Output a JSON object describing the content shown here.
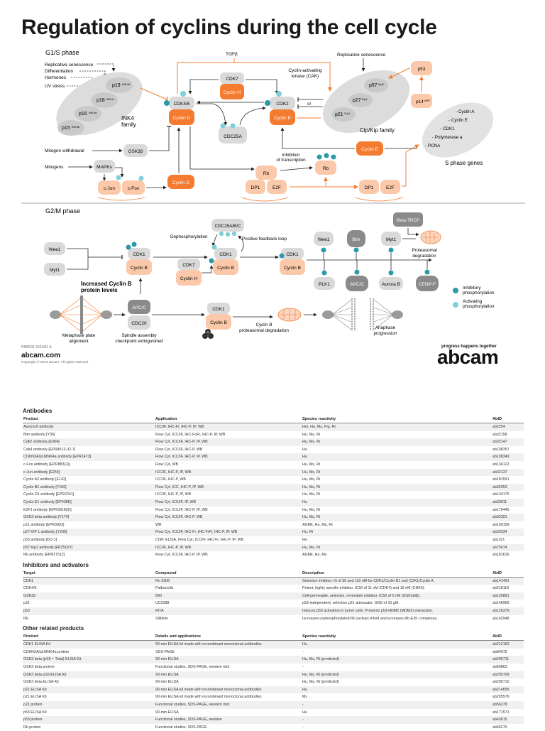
{
  "title": "Regulation of cyclins during the cell cycle",
  "g1s": {
    "section": "G1/S phase",
    "stimuli": [
      "Replicative senescence",
      "Differentiation",
      "Hormones",
      "UV stress"
    ],
    "ink4": [
      "p19",
      "p18",
      "p16",
      "p15"
    ],
    "ink4_sup": [
      "INK4d",
      "INK4c",
      "INK4a",
      "INK4b"
    ],
    "ink4_family": "INK4\nfamily",
    "tgfb": "TGFβ",
    "cdk7": "CDK7",
    "cyclin_h": "Cyclin H",
    "cak": "Cyclin-activating\nkinase (CAK)",
    "cdk46": "CDK4/6",
    "cyclin_d": "Cyclin D",
    "cdc25a": "CDC25A",
    "cdk2": "CDK2",
    "cyclin_e": "Cyclin E",
    "or": "or",
    "rep_sen2": "Replicative senescence",
    "cipkip": [
      "p57",
      "p27",
      "p21"
    ],
    "cipkip_sup": [
      "Kip2",
      "Kip1",
      "Cip1"
    ],
    "cipkip_family": "Cip/Kip family",
    "p53": "p53",
    "p14": "p14",
    "p14_sup": "ARF",
    "s_genes": [
      "- Cyclin A",
      "- Cyclin E",
      "- CDK1",
      "- Polymerase a",
      "- PCNA"
    ],
    "s_phase_genes": "S phase genes",
    "mitogen_withdrawal": "Mitogen withdrawal",
    "gsk3b": "GSK3β",
    "mitogens": "Mitogens",
    "mapks": "MAPKs",
    "cjun": "c-Jun",
    "cfos": "c-Fos",
    "cyclin_d2": "Cyclin D",
    "inhibition": "Inhibition\nof transcription",
    "rb": "Rb",
    "rb2": "Rb",
    "dp1": "DP1",
    "e2f": "E2F",
    "dp1b": "DP1",
    "e2fb": "E2F",
    "cyclin_e2": "Cyclin E"
  },
  "g2m": {
    "section": "G2/M phase",
    "wee1": "Wee1",
    "myt1": "Myt1",
    "cdk1": "CDK1",
    "cyclin_b": "Cyclin B",
    "cdk7": "CDK7",
    "cyclin_h": "Cyclin H",
    "dephos": "Dephosphorylation",
    "cdc25": "CDC25A/B/C",
    "pos_loop": "Positive feedback loop",
    "wee1b": "Wee1",
    "bim": "Bim",
    "myt1b": "Myt1",
    "btrcp": "Beta-TRCP",
    "proteasomal": "Proteasomal\ndegradation",
    "plk1": "PLK1",
    "apcc": "APC/C",
    "aurorab": "Aurora B",
    "cenpf": "CENP-F",
    "increased": "Increased Cyclin B\nprotein levels",
    "apcc2": "APC/C",
    "cdc20": "CDC20",
    "metaphase": "Metaphase plate\nalignment",
    "spindle": "Spindle assembly\ncheckpoint extinguished",
    "cyclinb_deg": "Cyclin B\nproteasomal degradation",
    "anaphase": "Anaphase\nprogression",
    "ub": "Ub"
  },
  "legend": {
    "inhib": "Inhibitory\nphosphorylation",
    "activ": "Activating\nphosphorylation",
    "inhib_color": "#2a9aa8",
    "activ_color": "#7fd0da"
  },
  "footer": {
    "code": "PM0004 2024/01 A",
    "brand": "abcam.com",
    "copyright": "Copyright © 2024 abcam. All rights reserved.",
    "tagline": "progress happens together",
    "logo": "abcam"
  },
  "colors": {
    "orange": "#f47b30",
    "peach": "#fbc9a9",
    "teal": "#2a9aa8",
    "gray": "#d9d9d9"
  },
  "antibodies": {
    "title": "Antibodies",
    "headers": [
      "Product",
      "Application",
      "Species reactivity",
      "AbID"
    ],
    "rows": [
      [
        "Aurora B antibody",
        "ICC/IF, IHC-Fr, IHC-P, IP, WB",
        "Hm, Hu, Ms, Pig, Rt",
        "ab2254"
      ],
      [
        "Bim antibody [Y36]",
        "Flow Cyt, ICC/IF, IHC-FoFr, IHC-P, IP, WB",
        "Hu, Ms, Rt",
        "ab32158"
      ],
      [
        "Cdk2 antibody [E304]",
        "Flow Cyt, ICC/IF, IHC-P, IP, WB",
        "Hu, Ms, Rt",
        "ab32147"
      ],
      [
        "Cdk4 antibody [EPR4513-32-7]",
        "Flow Cyt, ICC/IF, IHC-P, WB",
        "Hu",
        "ab108357"
      ],
      [
        "CDKN2A/p16INK4a antibody [EPR1473]",
        "Flow Cyt, ICC/IF, IHC-P, IP, WB",
        "Hu",
        "ab108349"
      ],
      [
        "c-Fos antibody [EPR883(2)]",
        "Flow Cyt, WB",
        "Hu, Ms, Rt",
        "ab134122"
      ],
      [
        "c-Jun antibody [E254]",
        "ICC/IF, IHC-P, IP, WB",
        "Hu, Ms, Rt",
        "ab32137"
      ],
      [
        "Cyclin A2 antibody [E142]",
        "ICC/IF, IHC-P, WB",
        "Hu, Ms, Rt",
        "ab181591"
      ],
      [
        "Cyclin B1 antibody [Y106]",
        "Flow Cyt, ICC, IHC-P, IP, WB",
        "Hu, Ms, Rt",
        "ab32053"
      ],
      [
        "Cyclin D1 antibody [EPR2241]",
        "ICC/IF, IHC-P, IP, WB",
        "Hu, Ms, Rt",
        "ab134175"
      ],
      [
        "Cyclin E1 antibody [EP435E]",
        "Flow Cyt, ICC/IF, IP, WB",
        "Hu",
        "ab33911"
      ],
      [
        "E2F1 antibody [EPR3818(3)]",
        "Flow Cyt, ICC/IF, IHC-P, IP, WB",
        "Hu, Ms, Rt",
        "ab179445"
      ],
      [
        "GSK3 beta antibody [Y174]",
        "Flow Cyt, ICC/IF, IHC-P, WB",
        "Hu, Ms, Rt",
        "ab32391"
      ],
      [
        "p21 antibody [EPR3993]",
        "WB",
        "AGMk, Hu, Ms, Rt",
        "ab109199"
      ],
      [
        "p27 KIP 1 antibody [Y236]",
        "Flow Cyt, ICC/IF, IHC-Fr, IHC-FrFl, IHC-P, IP, WB",
        "Hu, Rt",
        "ab32034"
      ],
      [
        "p53 antibody [DO-1]",
        "ChIP, ELISA, Flow Cyt, ICC/IF, IHC-Fr, IHC-P, IP, WB",
        "Hu",
        "ab1101"
      ],
      [
        "p57 Kip2 antibody [EP2515Y]",
        "ICC/IF, IHC-P, IP, WB",
        "Hu, Ms, Rt",
        "ab75974"
      ],
      [
        "Rb antibody [EPR17512]",
        "Flow Cyt, ICC/IF, IHC-P, IP, WB",
        "AGMk, Hu, Ms",
        "ab181616"
      ]
    ]
  },
  "inhibitors": {
    "title": "Inhibitors and activators",
    "headers": [
      "Target",
      "Compound",
      "Description",
      "AbID"
    ],
    "rows": [
      [
        "CDK1",
        "Ro 3306",
        "Selective inhibitor. Ki of 35 and 110 nM for CDK1/Cyclin B1 and CDK1/Cyclin A.",
        "ab141491"
      ],
      [
        "CDK4/6",
        "Palbociclib",
        "Potent, highly specific inhibitor. IC50 of 11 nM (CDK4) and 16 nM (CDK6).",
        "ab218118"
      ],
      [
        "GSK3β",
        "BIO",
        "Cell-permeable, selective, reversible inhibitor. IC50 of 5 nM (GSK3α/β).",
        "ab120891"
      ],
      [
        "p21",
        "UC2288",
        "p53-independent, selective p21 attenuator. GI50 of 10 µM.",
        "ab146969"
      ],
      [
        "p53",
        "RITA",
        "Induces p53 activation in tumor cells. Prevents p53-HDM2 (MDM2) interaction.",
        "ab120379"
      ],
      [
        "Rb",
        "Silibinin",
        "Increases unphosphorylated Rb (active) 4-fold and increases Rb-E2F complexes.",
        "ab142948"
      ]
    ]
  },
  "other": {
    "title": "Other related products",
    "headers": [
      "Product",
      "Details and applications",
      "Species reactivity",
      "AbID"
    ],
    "rows": [
      [
        "CDK1 ELISA Kit",
        "90-min ELISA kit made with recombinant monoclonal antibodies",
        "Hu",
        "ab212162"
      ],
      [
        "CDKN2A/p16INK4a protein",
        "SDS-PAGE",
        "-",
        "ab84075"
      ],
      [
        "GSK3 beta (pS9 + Total) ELISA Kit",
        "90-min ELISA",
        "Hu, Ms, Rt (predicted)",
        "ab205711"
      ],
      [
        "GSK3 beta protein",
        "Functional studies, SDS-PAGE, western blot",
        "-",
        "ab60863"
      ],
      [
        "GSK3 beta pS9 ELISA Kit",
        "90-min ELISA",
        "Hu, Ms, Rt (predicted)",
        "ab205709"
      ],
      [
        "GSK3 beta ELISA Kit",
        "90-min ELISA",
        "Hu, Ms, Rt (predicted)",
        "ab205710"
      ],
      [
        "p21 ELISA Kit",
        "90-min ELISA kit made with recombinant monoclonal antibodies",
        "Hu",
        "ab214658"
      ],
      [
        "p21 ELISA Kit",
        "90-min ELISA kit made with recombinant monoclonal antibodies",
        "Ms",
        "ab205576"
      ],
      [
        "p21 protein",
        "Functional studies, SDS-PAGE, western blot",
        "-",
        "ab56278"
      ],
      [
        "p53 ELISA Kit",
        "90-min ELISA",
        "Hu",
        "ab171571"
      ],
      [
        "p53 protein",
        "Functional studies, SDS-PAGE, western",
        "-",
        "ab43615"
      ],
      [
        "Rb protein",
        "Functional studies, SDS-PAGE",
        "-",
        "ab56270"
      ]
    ]
  }
}
